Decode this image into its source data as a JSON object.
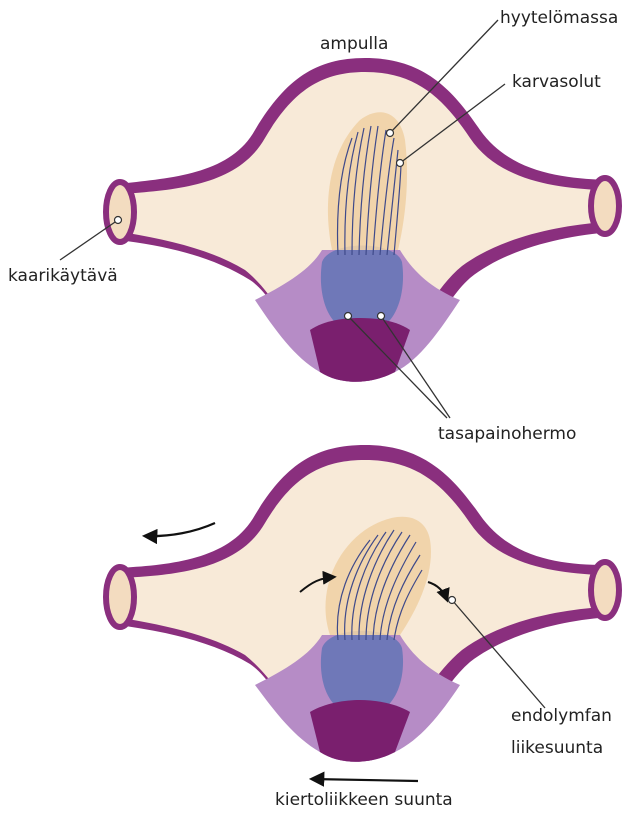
{
  "labels": {
    "ampulla": "ampulla",
    "hyytelomassa": "hyytelömassa",
    "karvasolut": "karvasolut",
    "kaarikaytava": "kaarikäytävä",
    "tasapainohermo": "tasapainohermo",
    "endolymfan_line1": "endolymfan",
    "endolymfan_line2": "liikesuunta",
    "kiertoliikkeen": "kiertoliikkeen suunta"
  },
  "colors": {
    "wall": "#8a2f7e",
    "wall_dark": "#6f1f66",
    "lumen": "#f8ead8",
    "cupula": "#f0d2a6",
    "crista_purple": "#b68cc6",
    "crista_blue": "#6f78b8",
    "hair": "#3f4a8a",
    "nerve": "#7a1f6e",
    "leader": "#333333"
  },
  "icons": [
    "arrow-left-icon",
    "curved-arrow-icon"
  ]
}
